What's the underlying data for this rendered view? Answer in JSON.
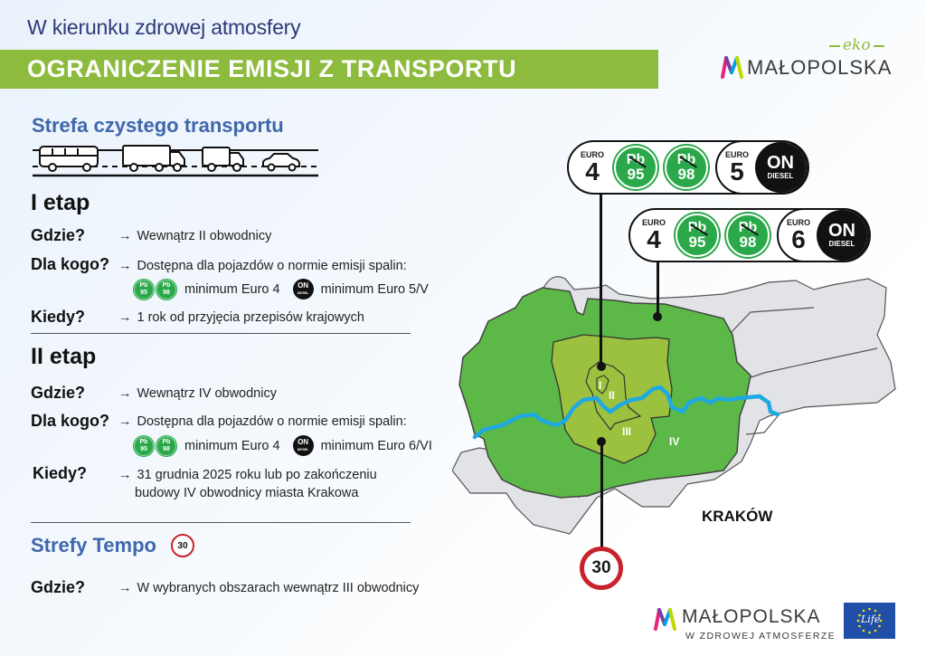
{
  "header": {
    "subtitle": "W kierunku zdrowej atmosfery",
    "banner_title": "OGRANICZENIE EMISJI Z TRANSPORTU",
    "logo_top": {
      "eko": "eko",
      "name": "MAŁOPOLSKA"
    }
  },
  "colors": {
    "banner_green": "#8dbb3e",
    "section_blue": "#3f67ad",
    "zone_green": "#5cb947",
    "zone_light_green": "#9cc13e",
    "river_blue": "#1fa9e1",
    "pb_green": "#2aa84a",
    "speed_red": "#c8232c",
    "outer_gray": "#e2e3e6"
  },
  "strefa": {
    "title": "Strefa czystego transportu",
    "vehicle_icons": [
      "bus-icon",
      "truck-icon",
      "van-icon",
      "car-icon"
    ]
  },
  "etap1": {
    "title": "I etap",
    "gdzie_label": "Gdzie?",
    "gdzie_value": "Wewnątrz II obwodnicy",
    "dla_kogo_label": "Dla kogo?",
    "dla_kogo_value": "Dostępna dla pojazdów o normie emisji spalin:",
    "petrol_norm": "minimum Euro 4",
    "diesel_norm": "minimum Euro 5/V",
    "kiedy_label": "Kiedy?",
    "kiedy_value": "1 rok od przyjęcia przepisów krajowych"
  },
  "etap2": {
    "title": "II etap",
    "gdzie_label": "Gdzie?",
    "gdzie_value": "Wewnątrz IV obwodnicy",
    "dla_kogo_label": "Dla kogo?",
    "dla_kogo_value": "Dostępna dla pojazdów o normie emisji spalin:",
    "petrol_norm": "minimum Euro 4",
    "diesel_norm": "minimum Euro 6/VI",
    "kiedy_label": "Kiedy?",
    "kiedy_value_line1": "31 grudnia 2025 roku lub po zakończeniu",
    "kiedy_value_line2": "budowy IV obwodnicy miasta Krakowa"
  },
  "tempo": {
    "title": "Strefy Tempo",
    "speed": "30",
    "gdzie_label": "Gdzie?",
    "gdzie_value": "W wybranych obszarach wewnątrz III obwodnicy"
  },
  "arrow": "→",
  "fuel_badges": {
    "pb": "Pb",
    "pb95": "95",
    "pb98": "98",
    "on": "ON",
    "diesel": "DIESEL",
    "euro_label": "EURO"
  },
  "pill1": {
    "petrol_euro": "4",
    "diesel_euro": "5"
  },
  "pill2": {
    "petrol_euro": "4",
    "diesel_euro": "6"
  },
  "map": {
    "zone_labels": [
      "I",
      "II",
      "III",
      "IV"
    ],
    "city": "KRAKÓW",
    "speed_sign": "30"
  },
  "footer": {
    "logo_name": "MAŁOPOLSKA",
    "logo_sub": "W ZDROWEJ ATMOSFERZE",
    "eu_label": "Life"
  }
}
